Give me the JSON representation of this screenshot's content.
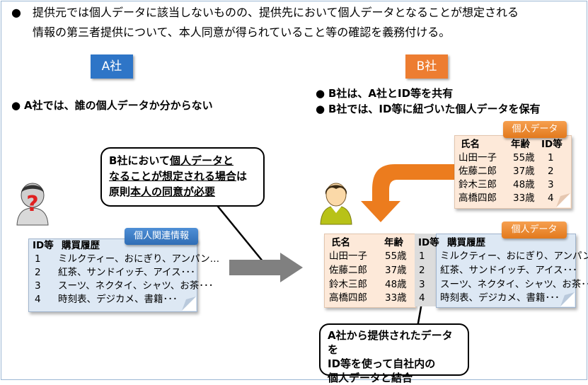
{
  "intro": {
    "bullet": "●",
    "line1": "提供元では個人データに該当しないものの、提供先において個人データとなることが想定される",
    "line2": "情報の第三者提供について、本人同意が得られていること等の確認を義務付ける。"
  },
  "company_a": {
    "label": "A社",
    "color": "#2e75c7",
    "points": [
      "A社では、誰の個人データか分からない"
    ]
  },
  "company_b": {
    "label": "B社",
    "color": "#ed7d31",
    "points": [
      "B社は、A社とID等を共有",
      "B社では、ID等に紐づいた個人データを保有"
    ]
  },
  "callout_consent": {
    "part1": "B社において",
    "part1_u": "個人データと",
    "part2_u": "なることが想定される場合",
    "part2": "は",
    "part3": "原則",
    "part3_u": "本人の同意が必要"
  },
  "personal_related_info": {
    "tag": "個人関連情報",
    "headers": [
      "ID等",
      "購買履歴"
    ],
    "rows": [
      [
        "1",
        "ミルクティー、おにぎり、アンパン…"
      ],
      [
        "2",
        "紅茶、サンドイッチ、アイス･･･"
      ],
      [
        "3",
        "スーツ、ネクタイ、シャツ、お茶･･･"
      ],
      [
        "4",
        "時刻表、デジカメ、書籍･･･"
      ]
    ]
  },
  "b_personal_data": {
    "tag": "個人データ",
    "headers": [
      "氏名",
      "年齢",
      "ID等"
    ],
    "rows": [
      [
        "山田一子",
        "55歳",
        "1"
      ],
      [
        "佐藤二郎",
        "37歳",
        "2"
      ],
      [
        "鈴木三郎",
        "48歳",
        "3"
      ],
      [
        "高橋四郎",
        "33歳",
        "4"
      ]
    ]
  },
  "combined_data": {
    "tag": "個人データ",
    "headers": [
      "氏名",
      "年齢",
      "ID等",
      "購買履歴"
    ],
    "rows": [
      [
        "山田一子",
        "55歳",
        "1",
        "ミルクティー、おにぎり、アンパン…"
      ],
      [
        "佐藤二郎",
        "37歳",
        "2",
        "紅茶、サンドイッチ、アイス･･･"
      ],
      [
        "鈴木三郎",
        "48歳",
        "3",
        "スーツ、ネクタイ、シャツ、お茶･･･"
      ],
      [
        "高橋四郎",
        "33歳",
        "4",
        "時刻表、デジカメ、書籍･･･"
      ]
    ]
  },
  "callout_combine": {
    "lines": [
      "A社から提供されたデータを",
      "ID等を使って自社内の",
      "個人データと結合"
    ]
  },
  "unknown_person_mark": "?"
}
